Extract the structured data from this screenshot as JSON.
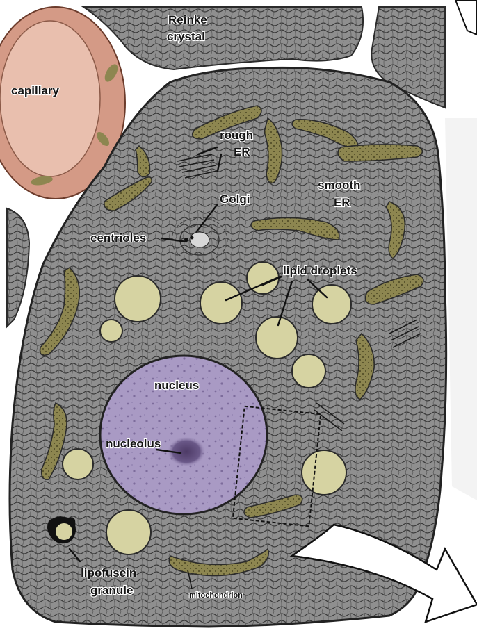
{
  "labels": {
    "reinke": "Reinke",
    "crystal": "crystal",
    "capillary": "capillary",
    "rough": "rough",
    "er": "ER",
    "smooth": "smooth",
    "smooth_er": "ER",
    "golgi": "Golgi",
    "centrioles": "centrioles",
    "lipid_droplets": "lipid droplets",
    "nucleus": "nucleus",
    "nucleolus": "nucleolus",
    "lipofuscin": "lipofuscin",
    "granule": "granule",
    "mitochondrion": "mitochondrion"
  },
  "colors": {
    "cytoplasm": "#8f8f8f",
    "membrane": "#2b2b2b",
    "capillary_wall": "#d49a86",
    "capillary_lumen": "#e9bfae",
    "nucleus": "#a99ac4",
    "nucleolus": "#5d4a78",
    "lipid_droplet": "#d6d3a2",
    "mitochondrion": "#8d8650",
    "lipofuscin": "#111111",
    "background": "#ffffff",
    "arrow_fill": "#ffffff"
  },
  "icons": {
    "zoom_arrow": "zoom-arrow-icon",
    "corner_arrow": "corner-arrow-icon"
  }
}
